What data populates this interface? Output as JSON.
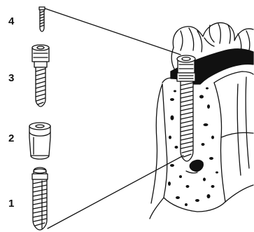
{
  "labels": {
    "part4": "4",
    "part3": "3",
    "part2": "2",
    "part1": "1"
  },
  "colors": {
    "ink": "#111111",
    "paper": "#ffffff"
  }
}
